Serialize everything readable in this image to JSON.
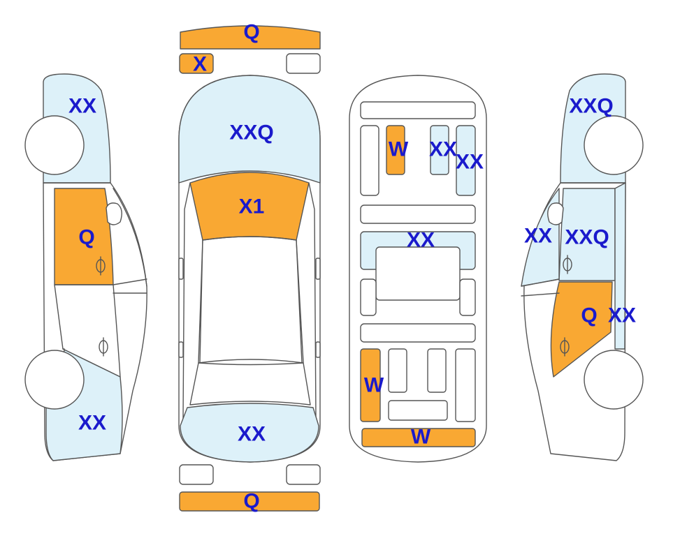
{
  "colors": {
    "orange": "#F9A833",
    "blue": "#DDF1F9",
    "label": "#1A1ACC",
    "line": "#555555"
  },
  "labels": {
    "top_bumper_front": "Q",
    "top_plate_left": "X",
    "hood": "XXQ",
    "windshield": "X1",
    "rear_trunk": "XX",
    "rear_bumper": "Q",
    "left_front_fender": "XX",
    "left_front_door": "Q",
    "left_rear_quarter": "XX",
    "floor_left_seat": "W",
    "floor_center_seat": "XX",
    "floor_right_seat": "XX",
    "floor_middle_row": "XX",
    "floor_rear_left": "W",
    "floor_rear_bar": "W",
    "right_front_fender": "XXQ",
    "right_a_pillar": "XX",
    "right_front_door": "XXQ",
    "right_rear_door": "Q",
    "right_rear_quarter": "XX"
  }
}
